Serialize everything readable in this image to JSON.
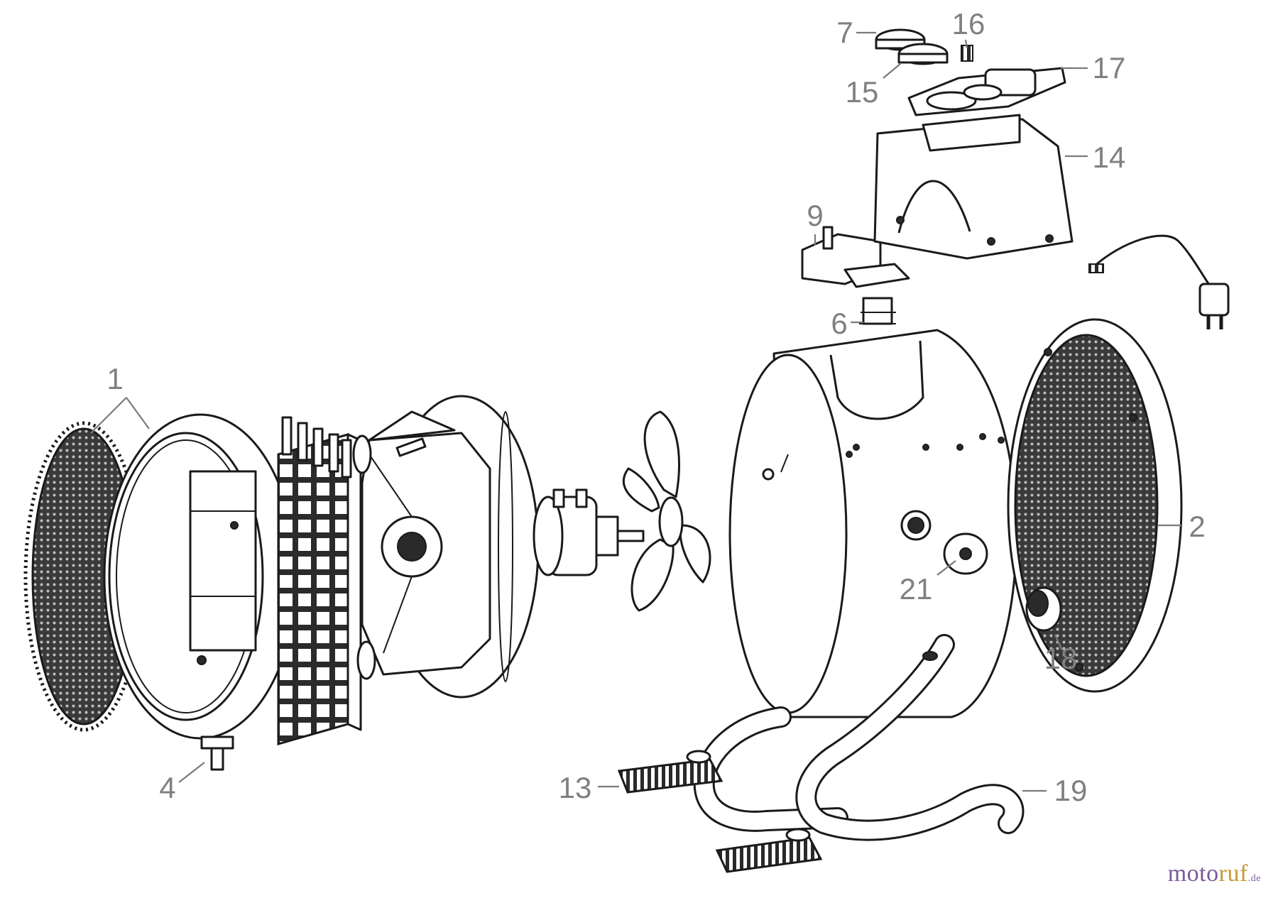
{
  "diagram": {
    "callouts": [
      {
        "id": "1",
        "label": "1"
      },
      {
        "id": "2",
        "label": "2"
      },
      {
        "id": "4",
        "label": "4"
      },
      {
        "id": "6",
        "label": "6"
      },
      {
        "id": "7",
        "label": "7"
      },
      {
        "id": "9",
        "label": "9"
      },
      {
        "id": "13",
        "label": "13"
      },
      {
        "id": "14",
        "label": "14"
      },
      {
        "id": "15",
        "label": "15"
      },
      {
        "id": "16",
        "label": "16"
      },
      {
        "id": "17",
        "label": "17"
      },
      {
        "id": "18",
        "label": "18"
      },
      {
        "id": "19",
        "label": "19"
      },
      {
        "id": "21",
        "label": "21"
      }
    ]
  },
  "watermark": {
    "part1": "moto",
    "part2": "ruf",
    "part3": ".de"
  },
  "colors": {
    "line": "#1a1a1a",
    "callout": "#808080",
    "brand_purple": "#7a5a9a",
    "brand_gold": "#c49a30"
  }
}
